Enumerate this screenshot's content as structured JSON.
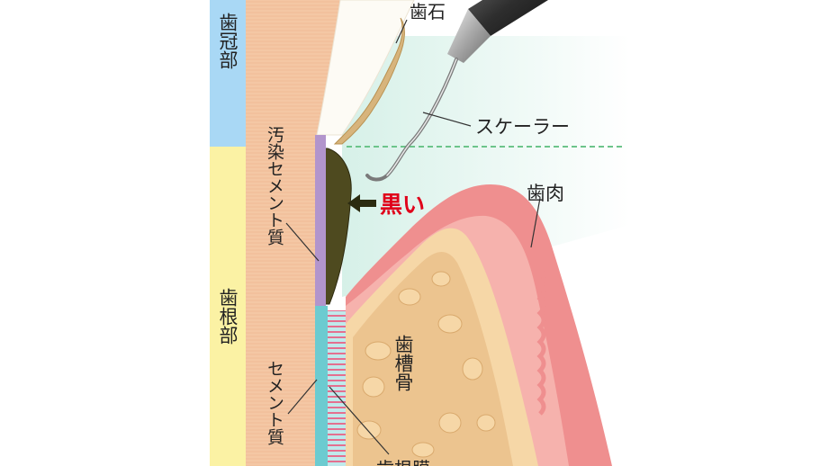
{
  "labels": {
    "crown": "歯冠部",
    "root": "歯根部",
    "calculus": "歯石",
    "scaler": "スケーラー",
    "gum": "歯肉",
    "black": "黒い",
    "contaminated_cementum": "汚染セメント質",
    "cementum": "セメント質",
    "alveolar_bone": "歯槽骨",
    "ligament_partial": "歯根膜"
  },
  "colors": {
    "crown_band": "#a9d8f5",
    "root_band": "#fbf2a4",
    "dentin": "#f4c7a4",
    "enamel": "#fdfbf5",
    "gum": "#ef8f8f",
    "gum_inner": "#f6b2ad",
    "bone_cortex": "#f6d7a7",
    "bone_marrow": "#ecc48f",
    "calculus_light": "#d7b47c",
    "calculus_dark": "#4e4a1f",
    "contaminated_layer": "#b295cc",
    "cementum_layer": "#6ccbd0",
    "ligament_stripes": "#e46f8f",
    "black_label": "#e0001a",
    "pocket_line": "#6cc48a",
    "scaler_metal": "#9a9a9a"
  }
}
